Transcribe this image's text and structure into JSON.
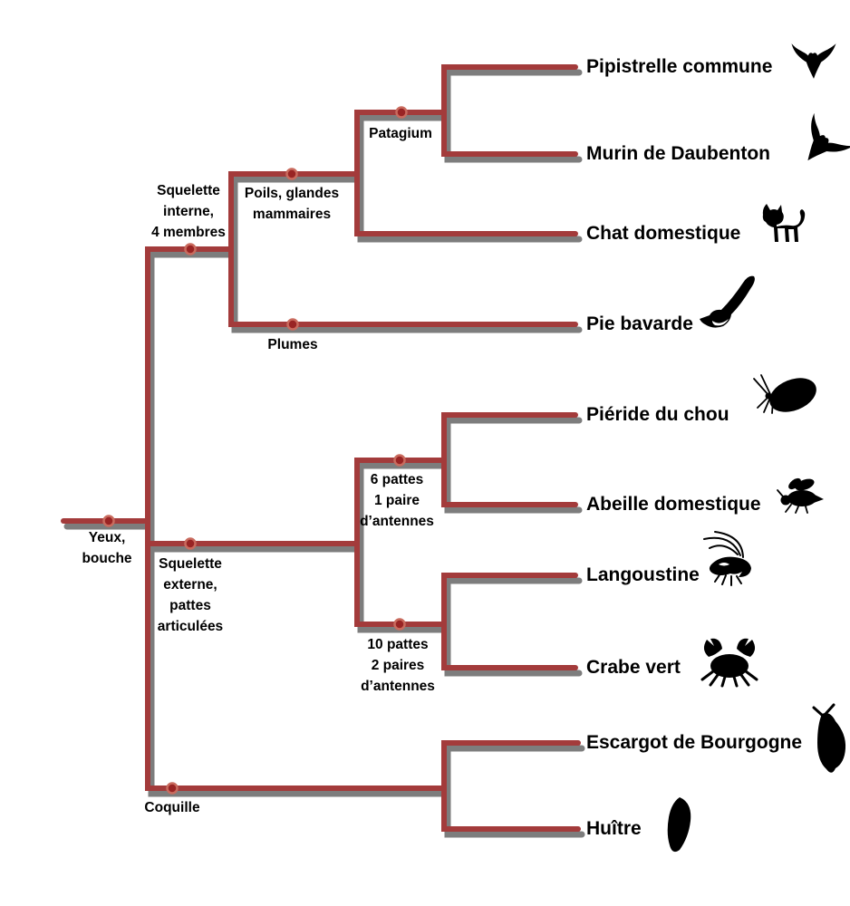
{
  "diagram_type": "cladogramme (arbre de parenté des animaux)",
  "colors": {
    "branch_red": "#A33B3B",
    "shadow_gray": "#7D7D7D",
    "node_fill": "#992424",
    "node_ring": "#C96B5E",
    "text": "#000000",
    "icon_black": "#000000",
    "background": "#FFFFFF"
  },
  "nodes": {
    "yeux_bouche": "Yeux,\nbouche",
    "squelette_interne": "Squelette\ninterne,\n4 membres",
    "poils_glandes": "Poils, glandes\nmammaires",
    "patagium": "Patagium",
    "plumes": "Plumes",
    "squelette_externe": "Squelette\nexterne,\npattes\narticulées",
    "six_pattes": "6 pattes\n1 paire\nd’antennes",
    "dix_pattes": "10 pattes\n2 paires\nd’antennes",
    "coquille": "Coquille"
  },
  "leaves": {
    "pipistrelle": {
      "label": "Pipistrelle commune",
      "icon": "bat-icon"
    },
    "murin": {
      "label": "Murin de Daubenton",
      "icon": "bat-flying-icon"
    },
    "chat": {
      "label": "Chat domestique",
      "icon": "cat-icon"
    },
    "pie": {
      "label": "Pie bavarde",
      "icon": "magpie-icon"
    },
    "pieride": {
      "label": "Piéride du chou",
      "icon": "butterfly-icon"
    },
    "abeille": {
      "label": "Abeille domestique",
      "icon": "bee-icon"
    },
    "langoustine": {
      "label": "Langoustine",
      "icon": "langoustine-icon"
    },
    "crabe": {
      "label": "Crabe vert",
      "icon": "crab-icon"
    },
    "escargot": {
      "label": "Escargot de Bourgogne",
      "icon": "snail-icon"
    },
    "huitre": {
      "label": "Huître",
      "icon": "oyster-icon"
    }
  }
}
